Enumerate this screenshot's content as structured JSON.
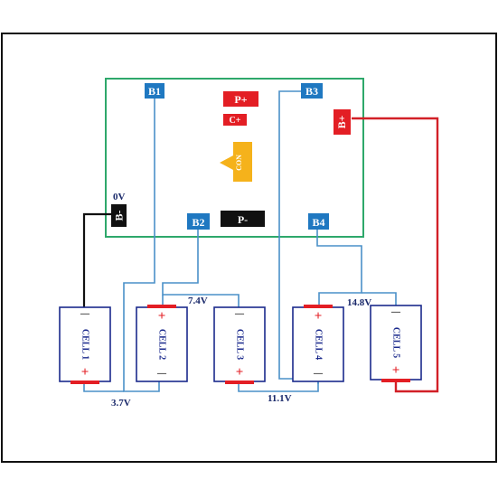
{
  "board": {
    "pads": {
      "b1": "B1",
      "b2": "B2",
      "b3": "B3",
      "b4": "B4",
      "b_minus": "B-",
      "b_plus": "B+",
      "p_plus": "P+",
      "p_minus": "P-",
      "c_plus": "C+",
      "con": "CON"
    }
  },
  "cells": [
    {
      "label": "CELL 1"
    },
    {
      "label": "CELL 2"
    },
    {
      "label": "CELL 3"
    },
    {
      "label": "CELL 4"
    },
    {
      "label": "CELL 5"
    }
  ],
  "voltages": {
    "v0": "0V",
    "v1": "3.7V",
    "v2": "7.4V",
    "v3": "11.1V",
    "v4": "14.8V"
  },
  "terminal_symbols": {
    "plus": "+",
    "minus": "—"
  },
  "colors": {
    "board_outline": "#2ea86b",
    "pad_blue": "#1f78c1",
    "pad_red": "#e31e24",
    "pad_black": "#111111",
    "con_yellow": "#f5b21b",
    "wire_blue": "#4a90c8",
    "wire_red": "#d22027",
    "wire_black": "#111111",
    "cell_outline": "#1b2a8c",
    "voltage_text": "#1b2a6b"
  }
}
